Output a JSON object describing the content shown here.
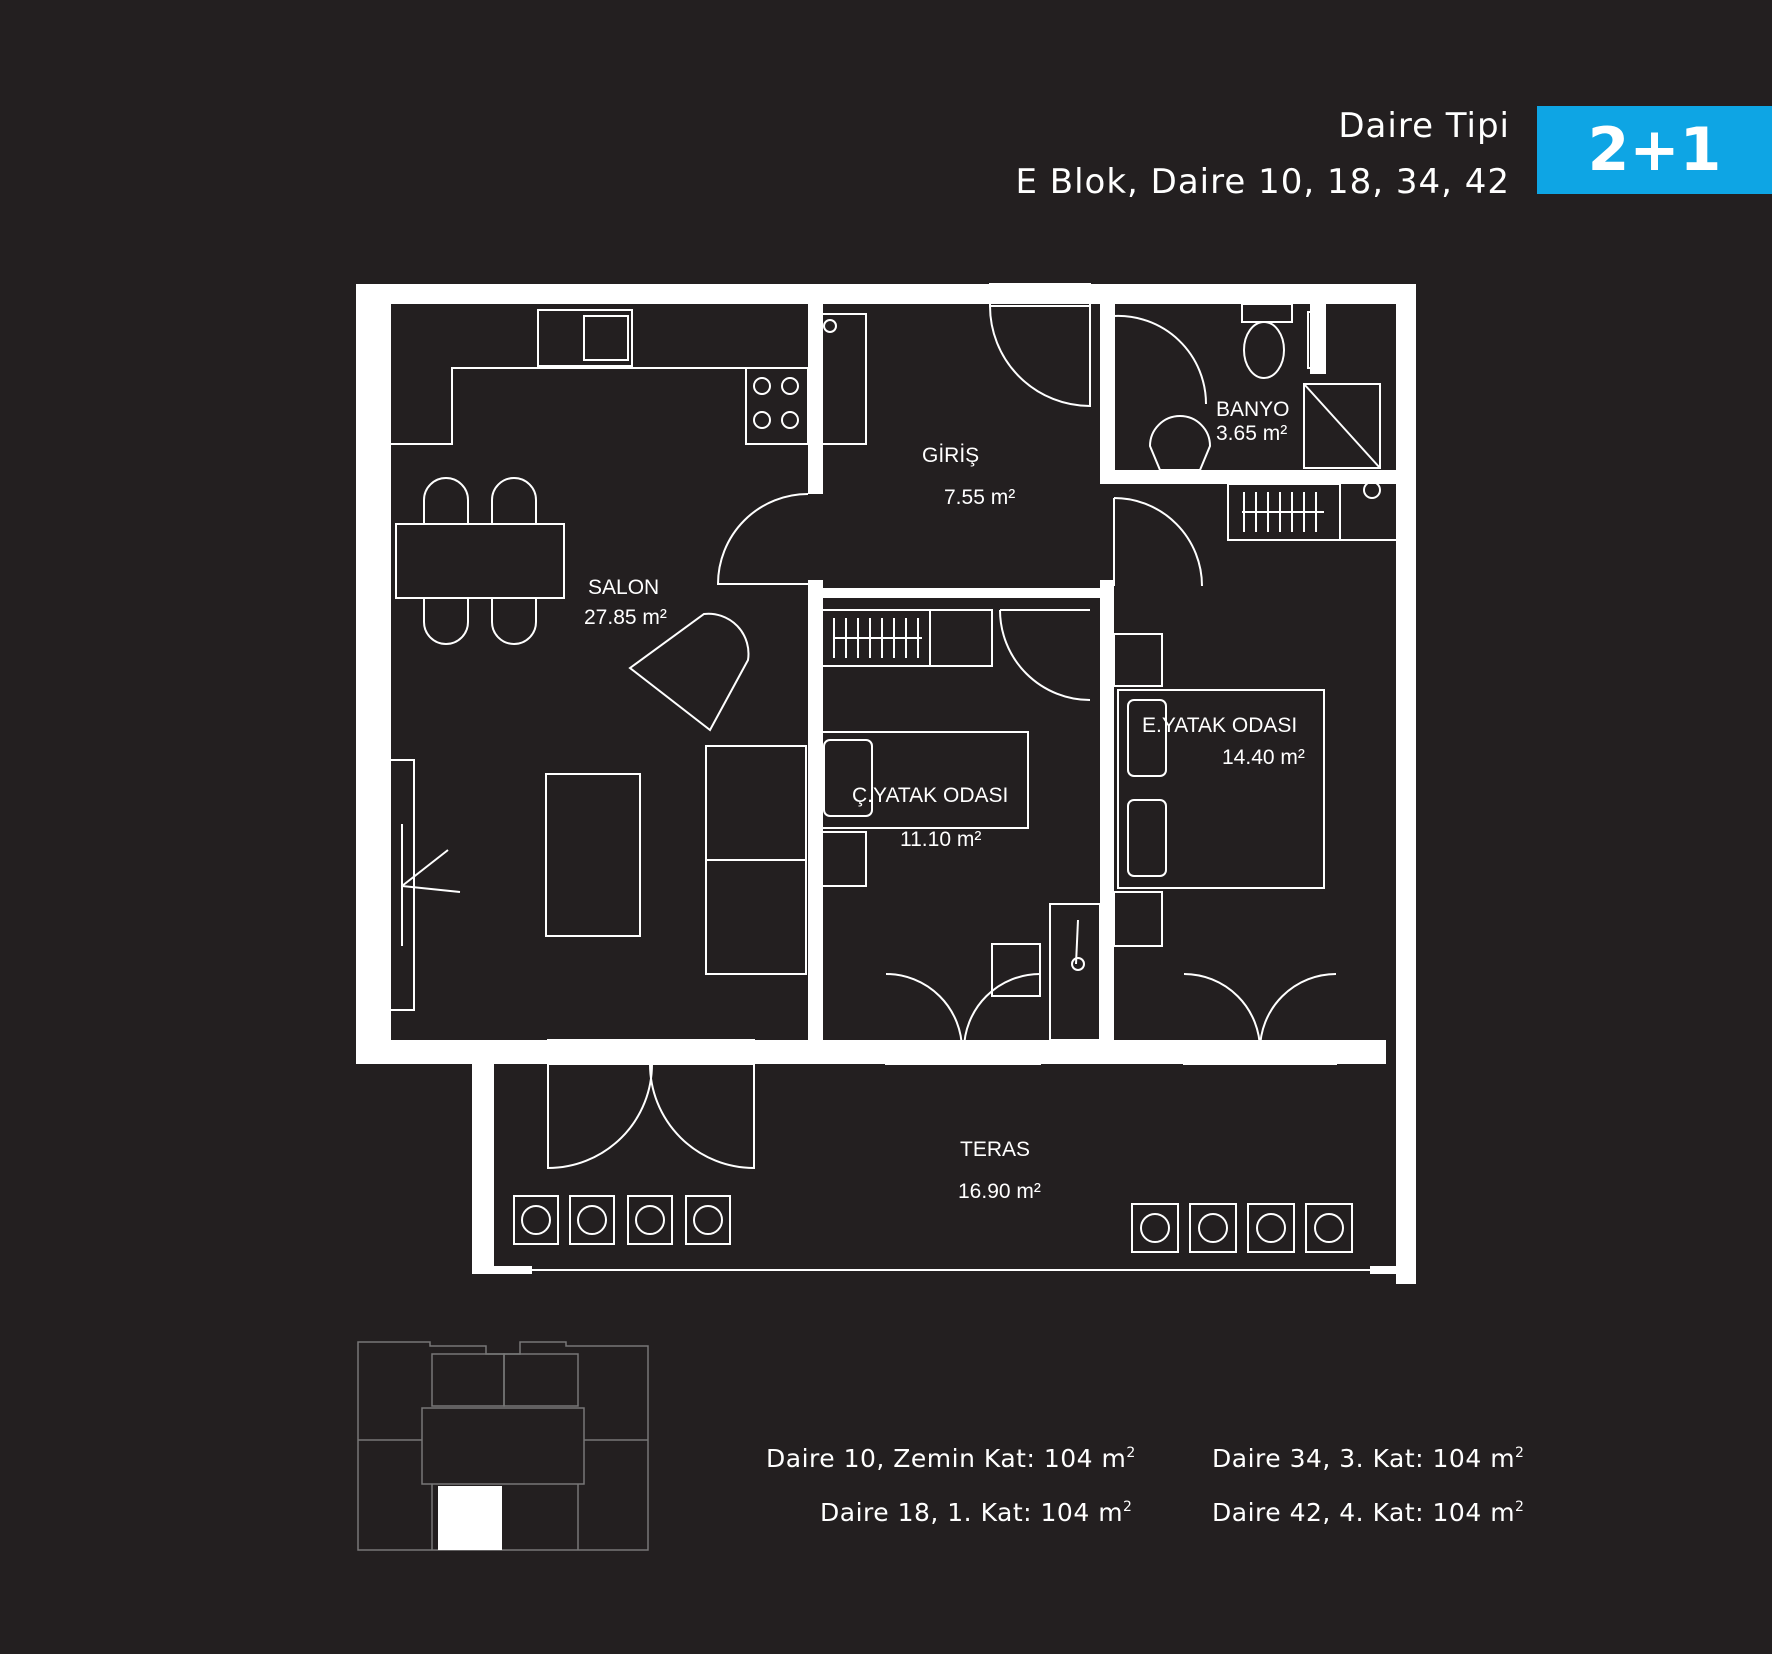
{
  "header": {
    "title": "Daire Tipi",
    "subtitle": "E Blok, Daire 10, 18, 34, 42",
    "type_badge": "2+1"
  },
  "colors": {
    "background": "#231f20",
    "accent": "#0ea5e4",
    "lines": "#ffffff"
  },
  "rooms": {
    "salon": {
      "name": "SALON",
      "area": "27.85 m²"
    },
    "giris": {
      "name": "GİRİŞ",
      "area": "7.55 m²"
    },
    "banyo": {
      "name": "BANYO",
      "area": "3.65 m²"
    },
    "e_yatak": {
      "name": "E.YATAK ODASI",
      "area": "14.40 m²"
    },
    "c_yatak": {
      "name": "Ç.YATAK ODASI",
      "area": "11.10 m²"
    },
    "teras": {
      "name": "TERAS",
      "area": "16.90 m²"
    }
  },
  "units": [
    {
      "label": "Daire 10, Zemin Kat: 104 m",
      "sup": "2"
    },
    {
      "label": "Daire 18, 1. Kat: 104 m",
      "sup": "2"
    },
    {
      "label": "Daire 34, 3. Kat: 104 m",
      "sup": "2"
    },
    {
      "label": "Daire 42, 4. Kat: 104 m",
      "sup": "2"
    }
  ]
}
